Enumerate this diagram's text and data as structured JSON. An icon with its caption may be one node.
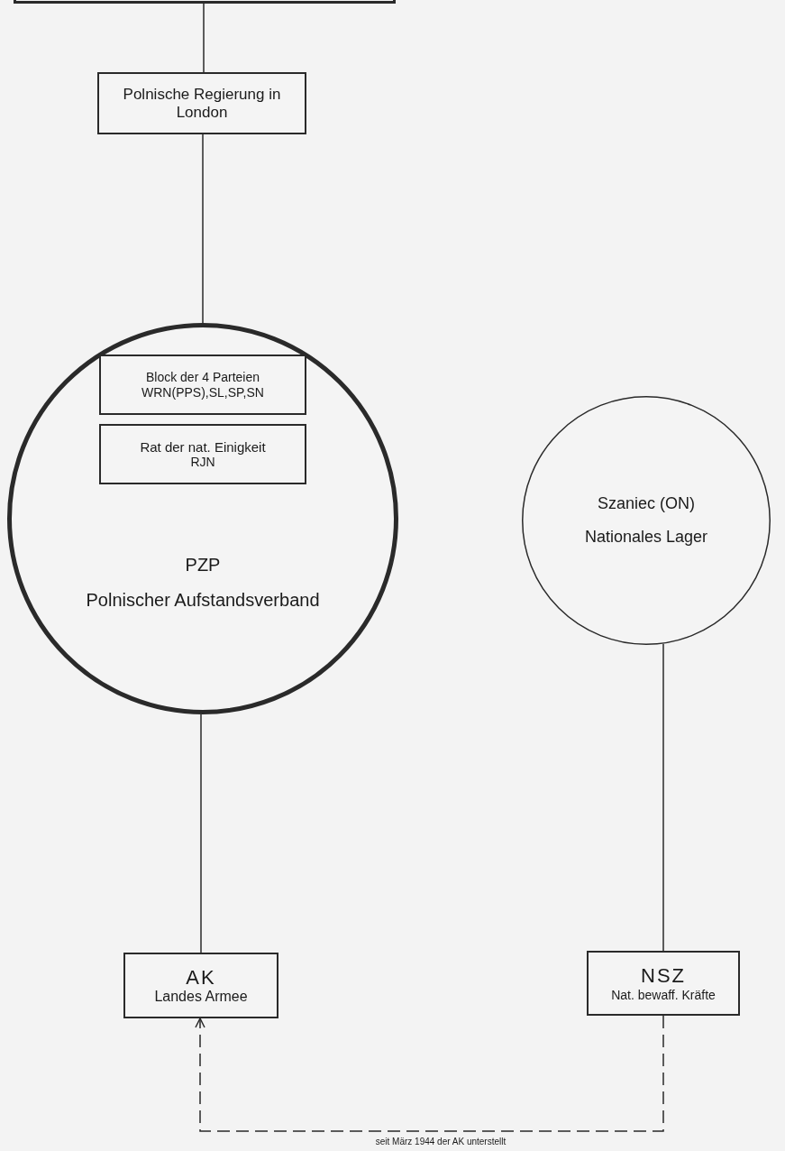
{
  "diagram": {
    "nodes": [
      {
        "text": [],
        "shape": "box"
      },
      {
        "text": [
          "Polnische Regierung in London"
        ]
      },
      {
        "text": [
          "PZP",
          "Polnischer Aufstandsverband"
        ]
      },
      {
        "text": [
          "Block der 4 Parteien",
          "WRN(PPS),SL,SP,SN"
        ],
        "in": 2
      },
      {
        "text": [
          "Rat der nat. Einigkeit",
          "RJN"
        ],
        "in": 2
      },
      {
        "text": [
          "Szaniec (ON)",
          "Nationales Lager"
        ]
      },
      {
        "text": [
          "AK",
          "Landes Armee"
        ]
      },
      {
        "text": [
          "NSZ",
          "Nat. bewaff. Kräfte"
        ]
      }
    ],
    "edges": [
      {
        "from": 0,
        "to": 1,
        "arrow": "none"
      },
      {
        "from": 1,
        "to": 2,
        "arrow": "none"
      },
      {
        "from": 2,
        "to": 6,
        "arrow": "none"
      },
      {
        "from": 5,
        "to": 7,
        "arrow": "none"
      },
      {
        "from": 7,
        "to": 6,
        "arrow": "to",
        "style": "dashed",
        "label": "seit März 1944 der AK unterstellt"
      }
    ]
  }
}
